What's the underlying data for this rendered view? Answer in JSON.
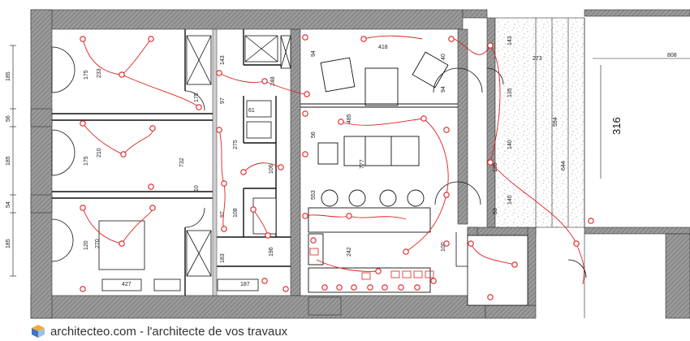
{
  "footer": {
    "brand_text": "architecteo.com - l'architecte de vos travaux",
    "logo_icon": "cube-icon"
  },
  "colors": {
    "wall": "#7d7d7d",
    "wire": "#e02020",
    "line": "#111111"
  },
  "dimensions": {
    "left_ext": [
      "185",
      "56",
      "185",
      "54",
      "185"
    ],
    "room1": [
      "175",
      "233"
    ],
    "room2": [
      "175",
      "210"
    ],
    "room3": [
      "270",
      "120"
    ],
    "corridor": [
      "732",
      "10"
    ],
    "baths": [
      "143",
      "97",
      "275",
      "108",
      "97",
      "183",
      "106",
      "196"
    ],
    "living": [
      "94",
      "418",
      "56",
      "485",
      "777",
      "553",
      "242",
      "40",
      "94",
      "100"
    ],
    "right_side": [
      "143",
      "135",
      "140",
      "140",
      "135",
      "53",
      "594",
      "644",
      "273",
      "808"
    ],
    "big": "316",
    "misc": [
      "427",
      "187",
      "61",
      "248",
      "175"
    ]
  }
}
